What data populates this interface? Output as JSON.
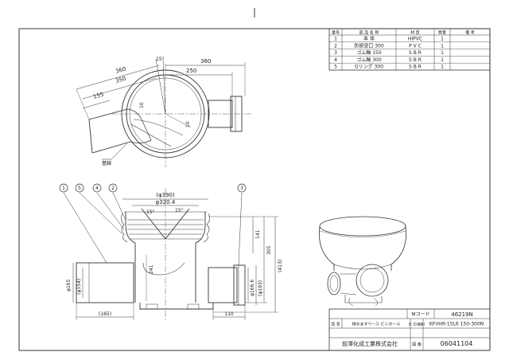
{
  "parts_table": {
    "headers": [
      "番号",
      "部 品 名 称",
      "材 質",
      "数量",
      "備 考"
    ],
    "rows": [
      [
        "1",
        "本 体",
        "HIPVC",
        "1",
        ""
      ],
      [
        "2",
        "防振受口 300",
        "P V C",
        "1",
        ""
      ],
      [
        "3",
        "ゴム輪 150",
        "S B R",
        "1",
        ""
      ],
      [
        "4",
        "ゴム輪 300",
        "S B R",
        "1",
        ""
      ],
      [
        "5",
        "Oリング 300",
        "S B R",
        "1",
        ""
      ]
    ]
  },
  "top_view": {
    "dims": [
      "360",
      "350",
      "155",
      "360",
      "250",
      "10"
    ],
    "angle_label": "15°",
    "angle_label_b": "10",
    "leader_label": "基線"
  },
  "front_view": {
    "balloons": [
      "1",
      "5",
      "4",
      "2",
      "3"
    ],
    "dims": {
      "d390": "(φ390)",
      "d3204": "φ320.4",
      "ang1": "15°",
      "ang2": "15°",
      "h141": "141",
      "h305": "305",
      "h413": "(413)",
      "h241": "241",
      "d165": "φ165",
      "d154": "(φ154)",
      "d1666": "φ166.6",
      "d193": "(φ193)",
      "w165": "(165)",
      "w110": "110"
    }
  },
  "title_block": {
    "code_label": "Mコード",
    "code_value": "46219N",
    "name_label": "品 名",
    "name_value": "排水ますベース ビニホール",
    "model_label": "形 式(種類)",
    "model_value": "KFVHR-15L6 150-300N",
    "company": "前澤化成工業株式会社",
    "drawing_label": "図 番",
    "drawing_value": "06041104"
  }
}
